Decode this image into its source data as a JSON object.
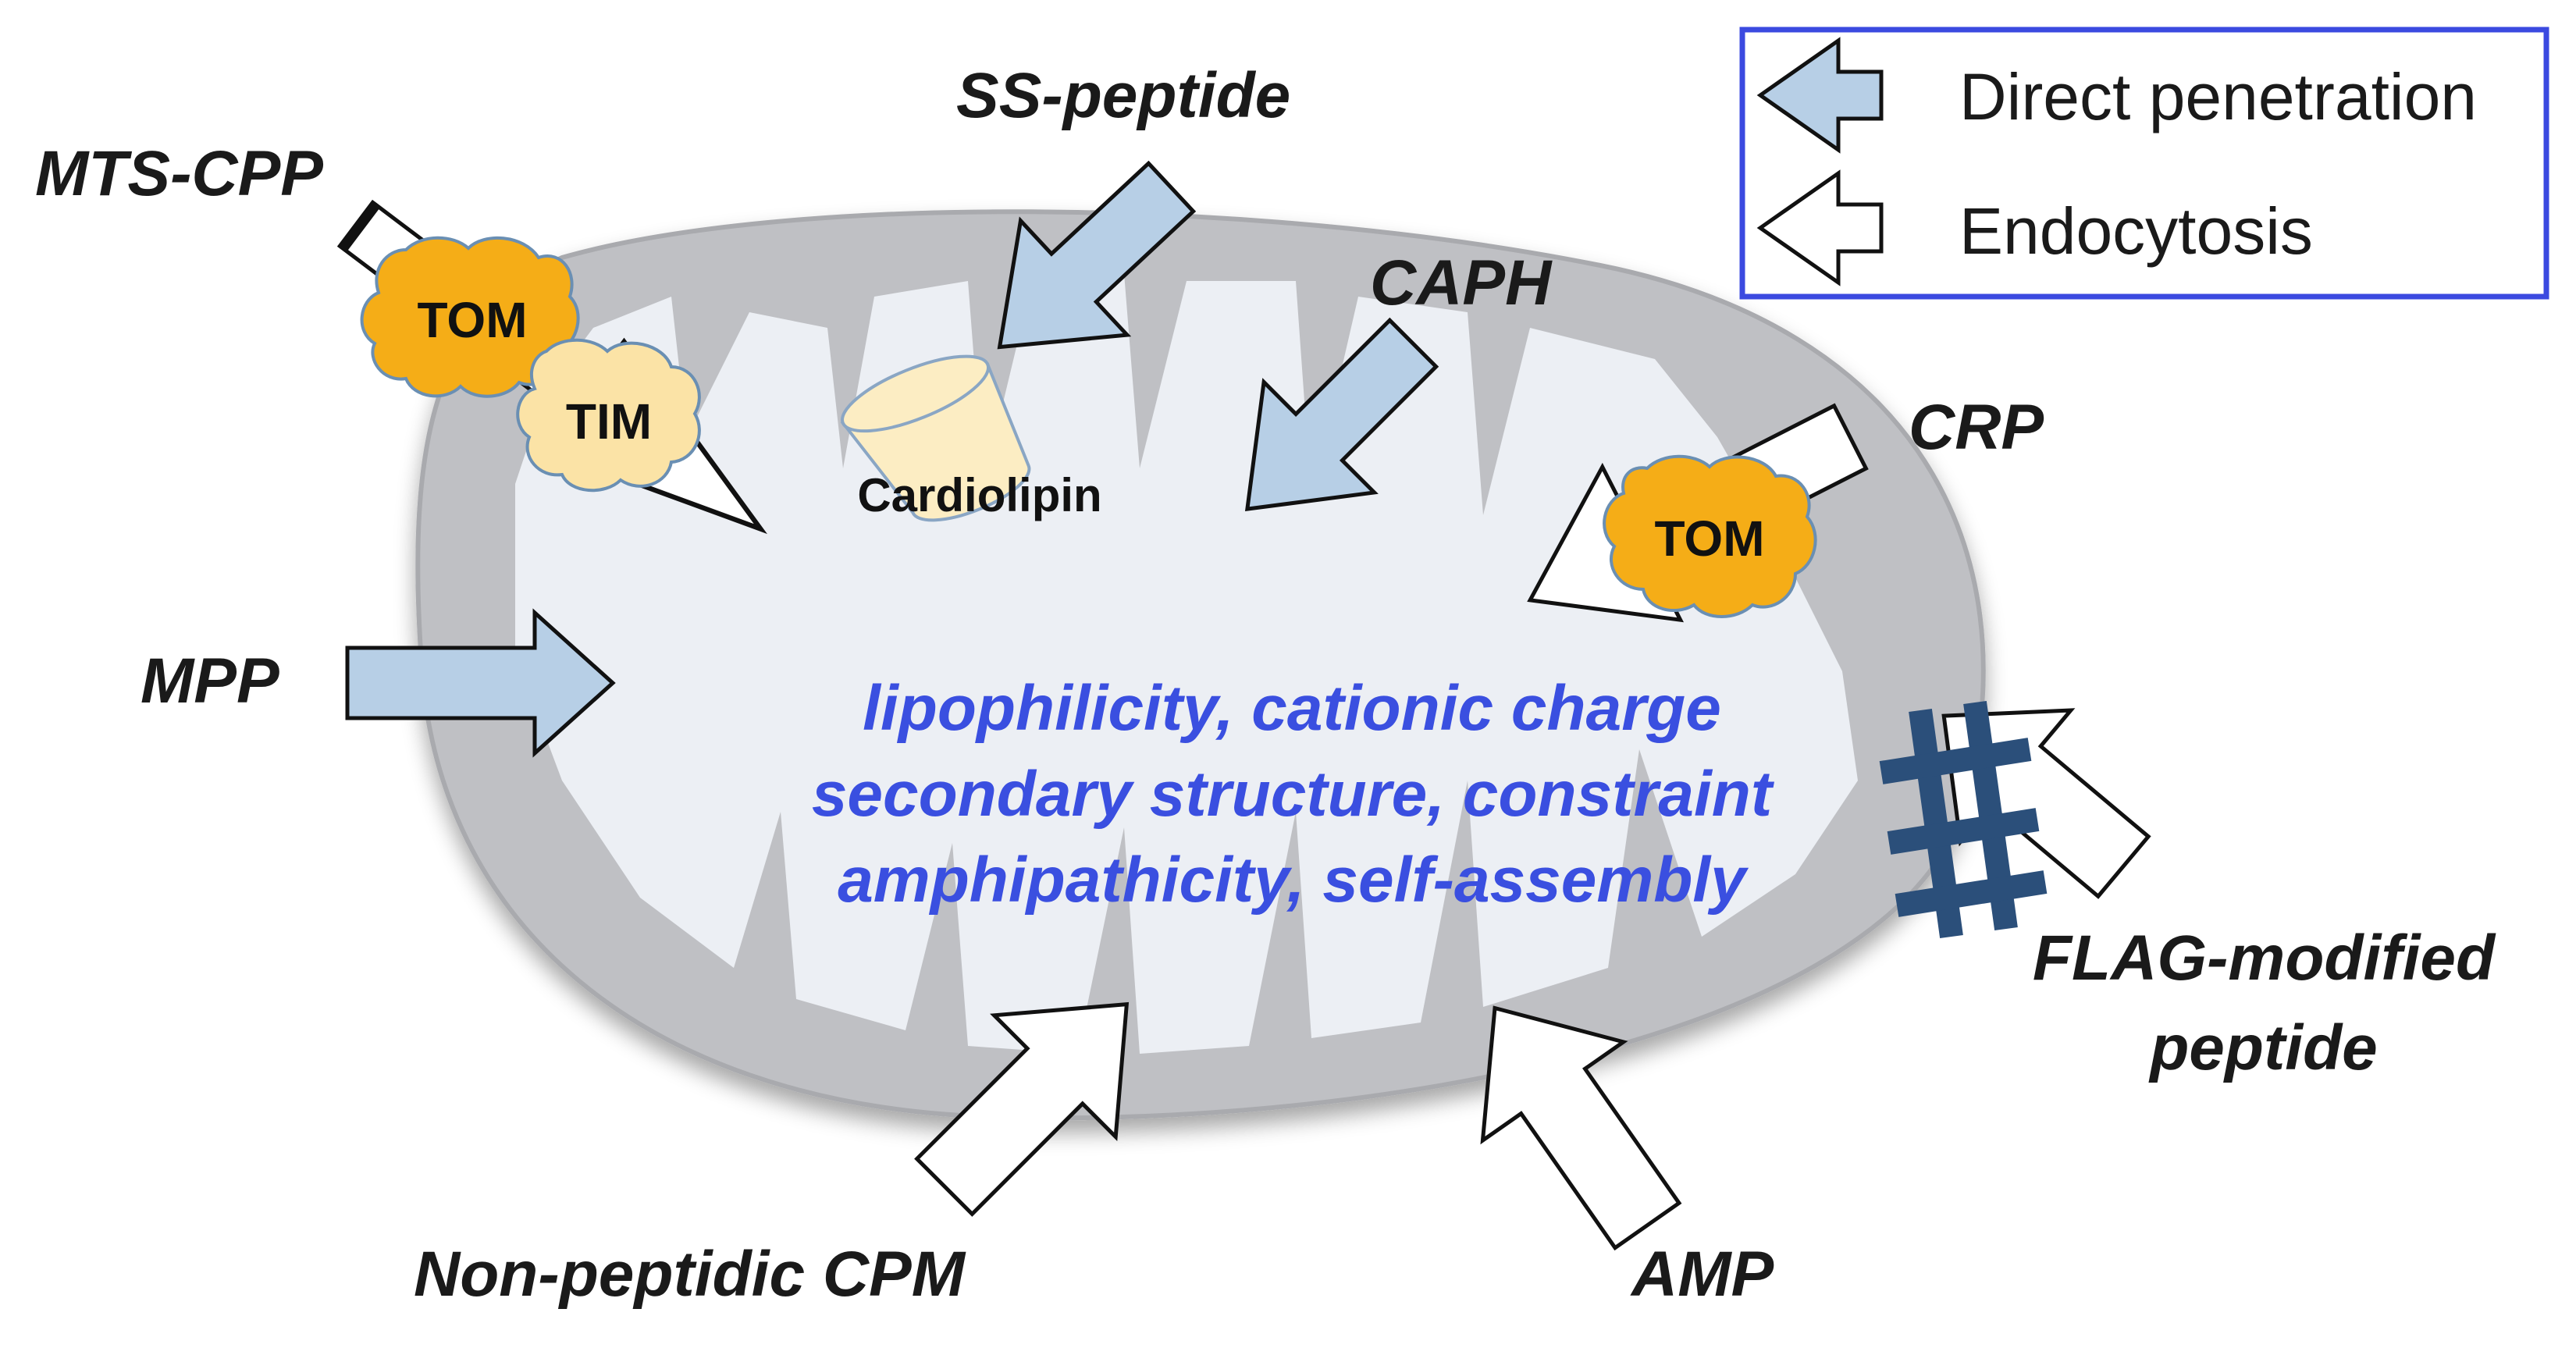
{
  "colors": {
    "direct_arrow_fill": "#b7cfe6",
    "endocytosis_arrow_fill": "#ffffff",
    "arrow_stroke": "#111111",
    "tom_fill": "#f5ad17",
    "tim_fill": "#fbe3a6",
    "cardiolipin_fill": "#fcedc3",
    "mitochondrion_fill": "#bfc0c4",
    "matrix_fill": "#edf0f6",
    "property_text": "#3a4fe0",
    "legend_border": "#3b4ae0",
    "flag_color": "#2b4f7a"
  },
  "legend": {
    "items": [
      {
        "label": "Direct penetration",
        "style": "direct",
        "icon": "arrow-left-icon"
      },
      {
        "label": "Endocytosis",
        "style": "endocytosis",
        "icon": "arrow-left-icon"
      }
    ]
  },
  "peptides": {
    "mts_cpp": {
      "label": "MTS-CPP",
      "route": "endocytosis"
    },
    "ss_peptide": {
      "label": "SS-peptide",
      "route": "direct"
    },
    "caph": {
      "label": "CAPH",
      "route": "direct"
    },
    "crp": {
      "label": "CRP",
      "route": "endocytosis"
    },
    "mpp": {
      "label": "MPP",
      "route": "direct"
    },
    "flag_modified": {
      "label_line1": "FLAG-modified",
      "label_line2": "peptide",
      "route": "endocytosis"
    },
    "non_peptidic_cpm": {
      "label": "Non-peptidic CPM",
      "route": "endocytosis"
    },
    "amp": {
      "label": "AMP",
      "route": "endocytosis"
    }
  },
  "proteins": {
    "tom_left": "TOM",
    "tim_left": "TIM",
    "tom_right": "TOM"
  },
  "lipid": {
    "cardiolipin": "Cardiolipin"
  },
  "properties": {
    "line1": "lipophilicity, cationic charge",
    "line2": "secondary structure, constraint",
    "line3": "amphipathicity, self-assembly"
  }
}
